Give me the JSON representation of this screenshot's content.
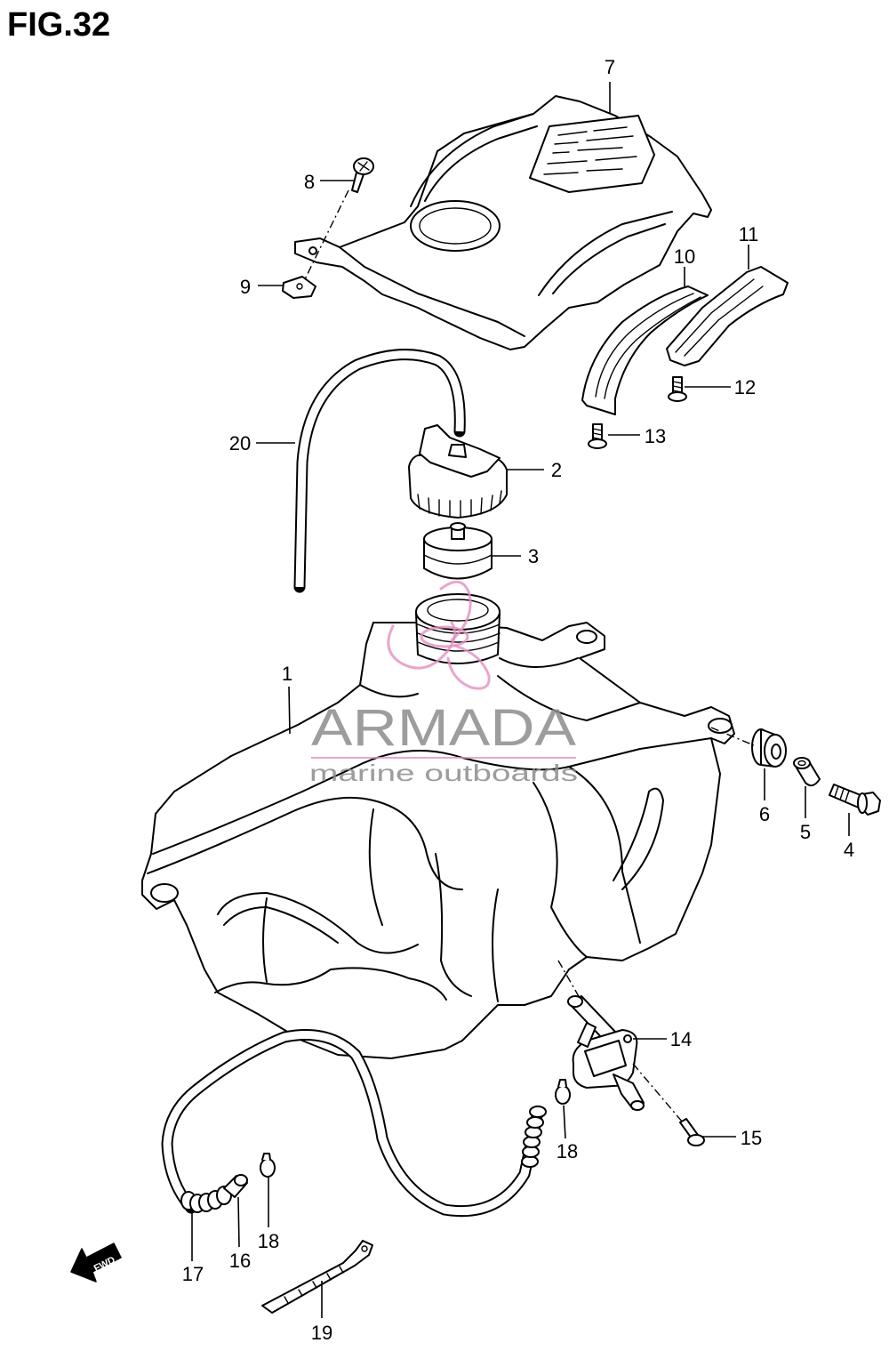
{
  "figure": {
    "title": "FIG.32"
  },
  "callouts": [
    "7",
    "8",
    "9",
    "10",
    "11",
    "12",
    "13",
    "20",
    "2",
    "3",
    "1",
    "6",
    "5",
    "4",
    "14",
    "15",
    "18",
    "18",
    "17",
    "16",
    "19"
  ],
  "fwd_label": "FWD",
  "watermark": {
    "brand": "ARMADA",
    "tagline": "marine outboards"
  },
  "colors": {
    "line": "#000000",
    "background": "#ffffff",
    "watermark_pink": "#e58fc0",
    "watermark_gray": "#8c8c8c"
  }
}
